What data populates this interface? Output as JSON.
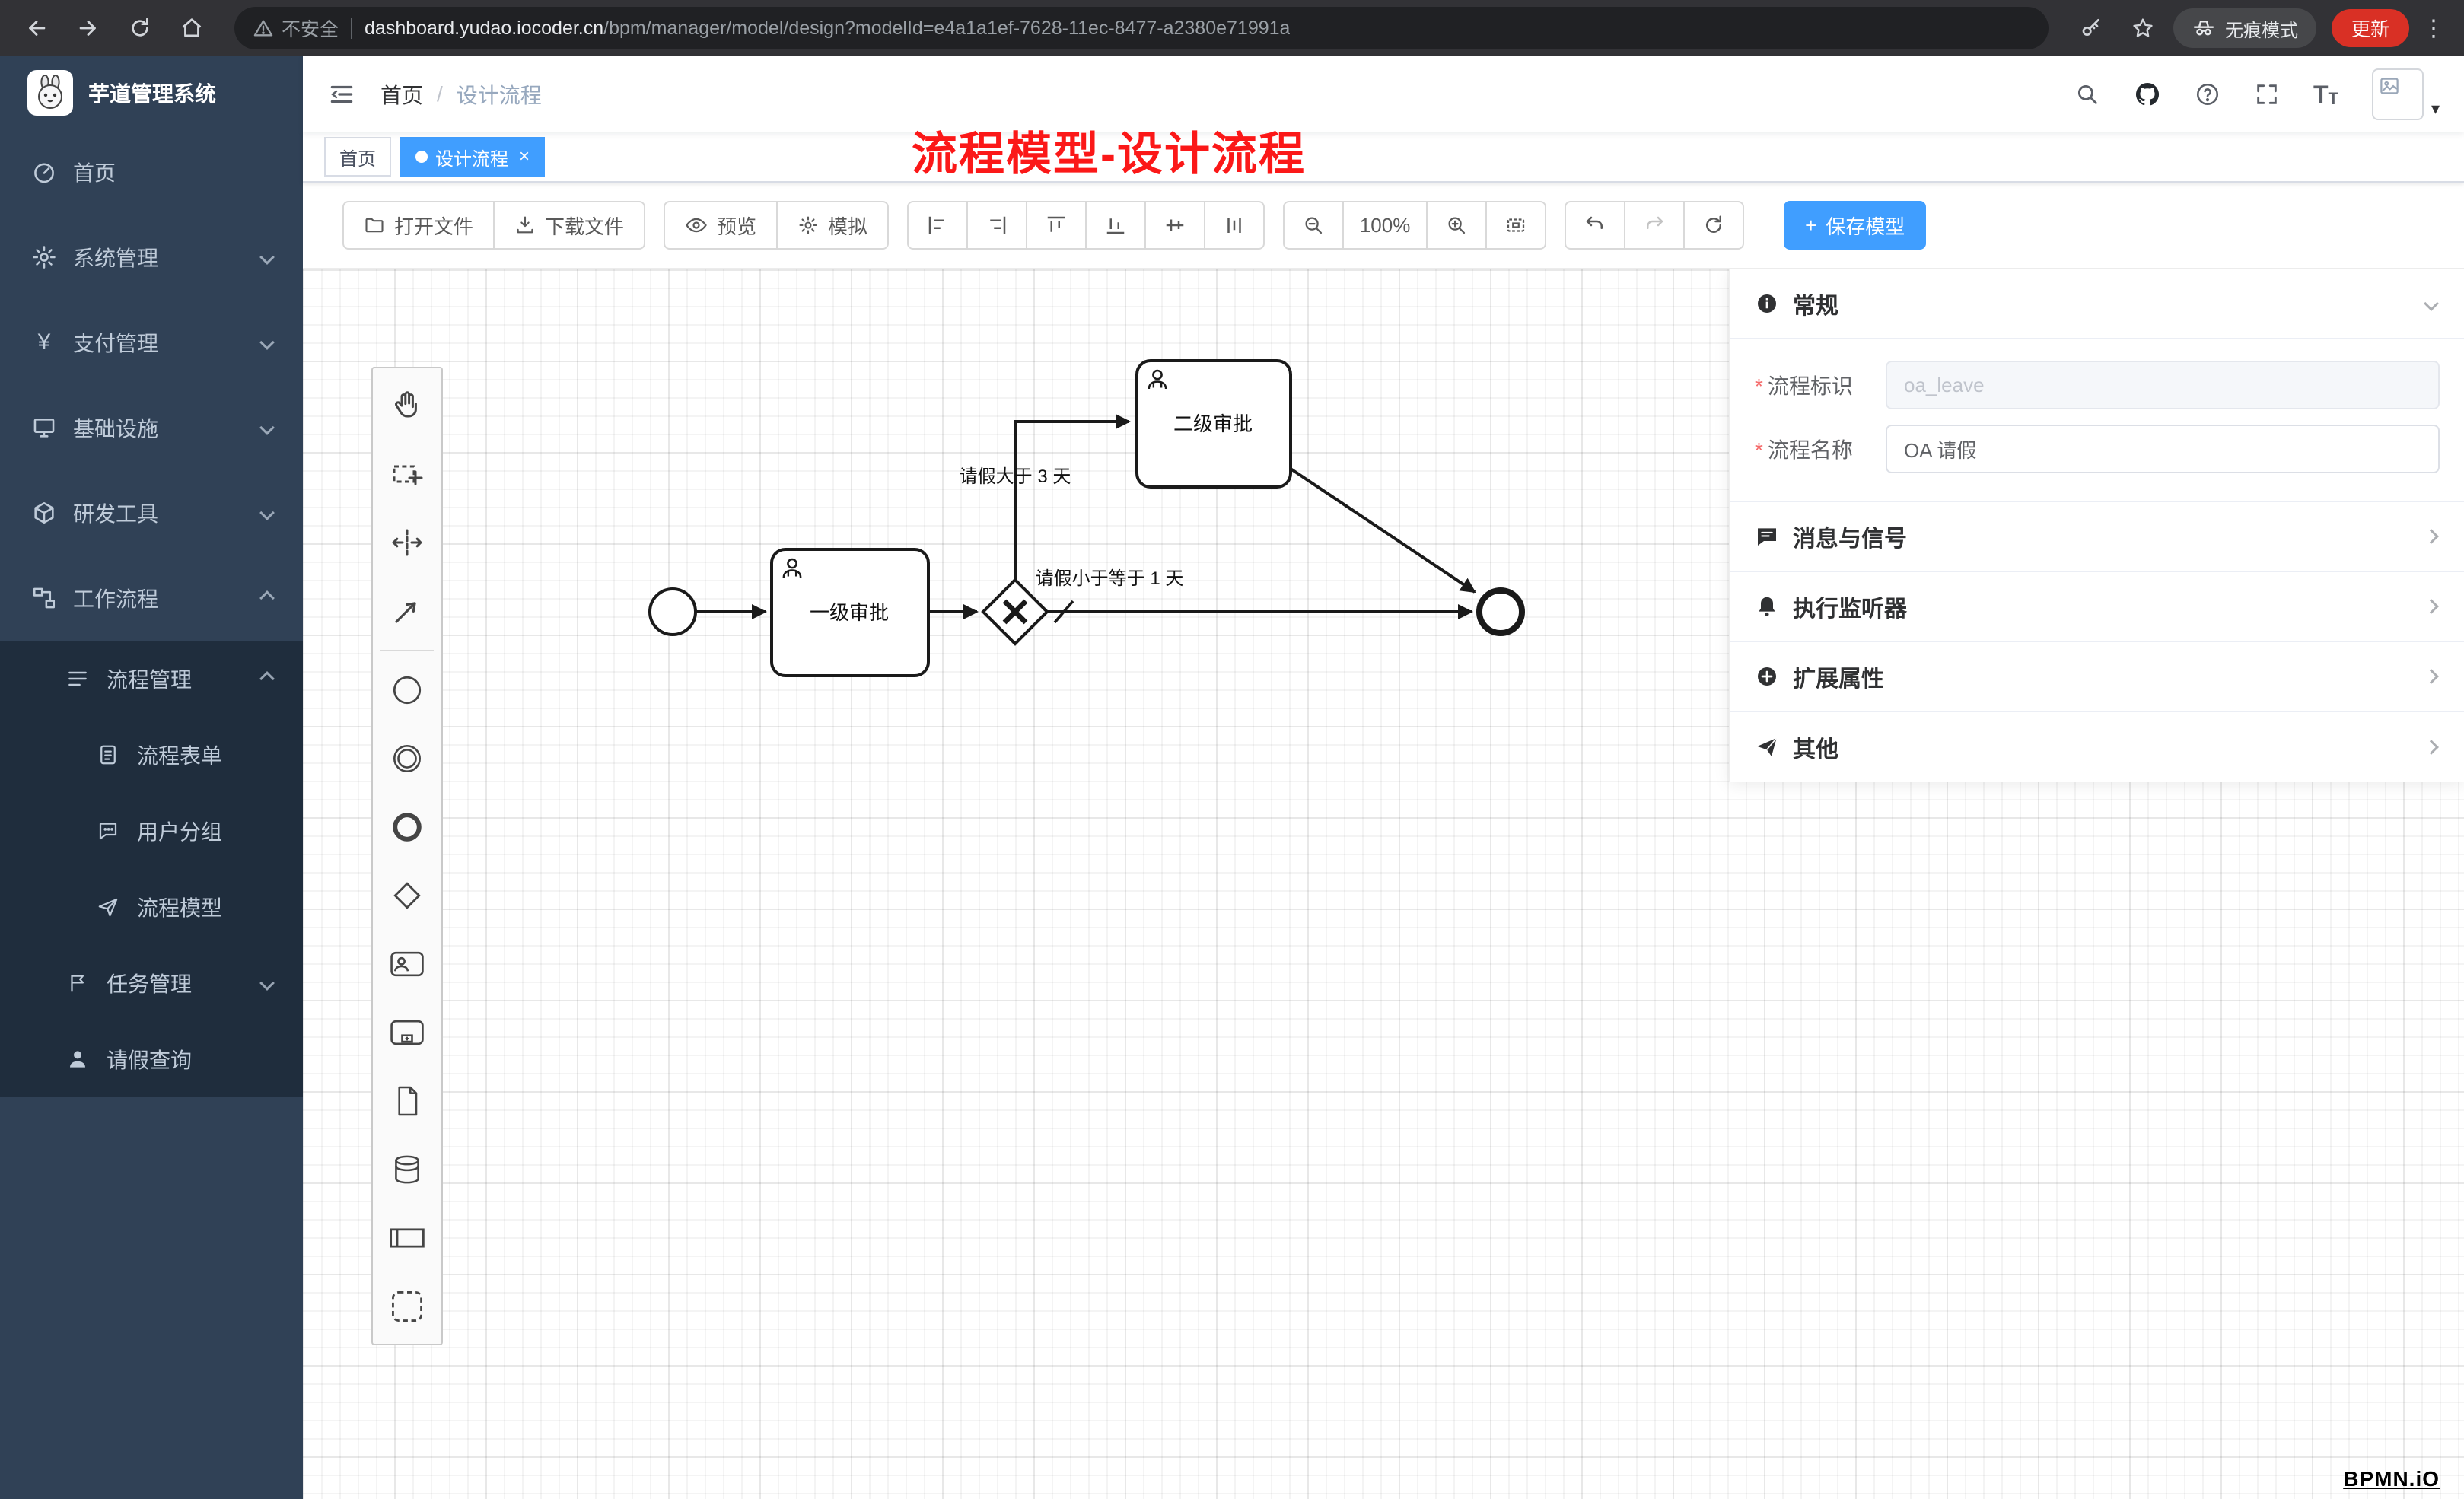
{
  "browser": {
    "security": "不安全",
    "url_host": "dashboard.yudao.iocoder.cn",
    "url_path": "/bpm/manager/model/design?modelId=e4a1a1ef-7628-11ec-8477-a2380e71991a",
    "incognito": "无痕模式",
    "update": "更新"
  },
  "icons": {
    "more": "⋮",
    "close": "×",
    "caret": "▾",
    "slash": "/",
    "asterisk": "*",
    "plus": "+",
    "yen": "¥",
    "t_big": "T",
    "t_small": "T"
  },
  "sidebar": {
    "app_title": "芋道管理系统",
    "menu": [
      {
        "label": "首页"
      },
      {
        "label": "系统管理"
      },
      {
        "label": "支付管理"
      },
      {
        "label": "基础设施"
      },
      {
        "label": "研发工具"
      },
      {
        "label": "工作流程"
      },
      {
        "label": "流程管理"
      },
      {
        "label": "流程表单"
      },
      {
        "label": "用户分组"
      },
      {
        "label": "流程模型"
      },
      {
        "label": "任务管理"
      },
      {
        "label": "请假查询"
      }
    ]
  },
  "header": {
    "breadcrumb_home": "首页",
    "breadcrumb_sep": "/",
    "breadcrumb_current": "设计流程",
    "annotation": "流程模型-设计流程"
  },
  "tabs": [
    {
      "label": "首页"
    },
    {
      "label": "设计流程"
    }
  ],
  "toolbar": {
    "open_file": "打开文件",
    "download_file": "下载文件",
    "preview": "预览",
    "simulate": "模拟",
    "zoom_level": "100%",
    "save_model": "保存模型"
  },
  "diagram": {
    "task1": "一级审批",
    "task2": "二级审批",
    "flow_label_gt": "请假大于 3 天",
    "flow_label_le": "请假小于等于 1 天",
    "watermark": "BPMN.iO"
  },
  "panel": {
    "sections": [
      {
        "title": "常规"
      },
      {
        "title": "消息与信号"
      },
      {
        "title": "执行监听器"
      },
      {
        "title": "扩展属性"
      },
      {
        "title": "其他"
      }
    ],
    "fields": [
      {
        "label": "流程标识",
        "value": "oa_leave"
      },
      {
        "label": "流程名称",
        "value": "OA 请假"
      }
    ]
  },
  "colors": {
    "primary": "#409eff",
    "sidebar_bg": "#304156",
    "submenu_bg": "#1f2d3d",
    "annotation_red": "#fb1818",
    "update_pill": "#d93025"
  }
}
